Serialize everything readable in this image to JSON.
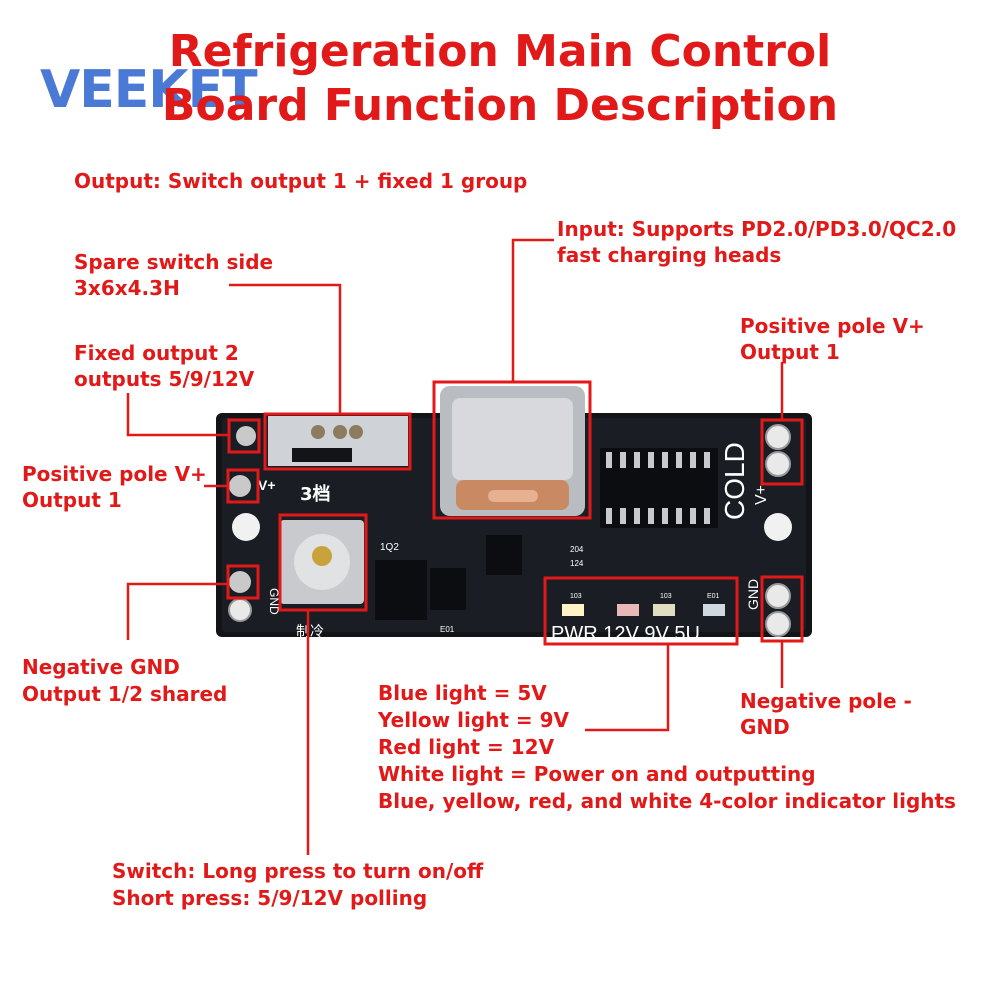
{
  "brand": {
    "logo_text": "VEEKET"
  },
  "title": {
    "line1": "Refrigeration Main Control",
    "line2": "Board Function Description"
  },
  "labels": {
    "output_summary": "Output: Switch output 1 + fixed 1 group",
    "input_line1": "Input: Supports PD2.0/PD3.0/QC2.0",
    "input_line2": "fast charging heads",
    "spare_line1": "Spare switch side",
    "spare_line2": "3x6x4.3H",
    "fixed_line1": "Fixed output 2",
    "fixed_line2": "outputs 5/9/12V",
    "pos_left_line1": "Positive pole V+",
    "pos_left_line2": "Output 1",
    "pos_right_line1": "Positive pole V+",
    "pos_right_line2": "Output 1",
    "neg_left_line1": "Negative GND",
    "neg_left_line2": "Output 1/2 shared",
    "neg_right_line1": "Negative pole -",
    "neg_right_line2": "GND",
    "led_line1": "Blue light = 5V",
    "led_line2": "Yellow light = 9V",
    "led_line3": "Red light = 12V",
    "led_line4": "White light = Power on and outputting",
    "led_line5": "Blue, yellow, red, and white 4-color indicator lights",
    "switch_line1": "Switch: Long press to turn on/off",
    "switch_line2": "Short press: 5/9/12V polling"
  },
  "board": {
    "silk_left_v": "V+",
    "silk_left_gnd": "GND",
    "silk_gear": "3档",
    "silk_cold": "COLD",
    "silk_right_v": "V+",
    "silk_right_gnd": "GND",
    "silk_leds": "PWR 12V 9V 5U",
    "silk_q1": "1Q2",
    "silk_sw": "制冷",
    "silk_chip1": "204",
    "silk_chip2": "124",
    "silk_e1": "E01",
    "silk_r1": "103",
    "silk_r2": "103",
    "silk_r3": "E01"
  },
  "colors": {
    "accent": "#e11919",
    "board": "#121418",
    "logo": "#4a79d6"
  }
}
